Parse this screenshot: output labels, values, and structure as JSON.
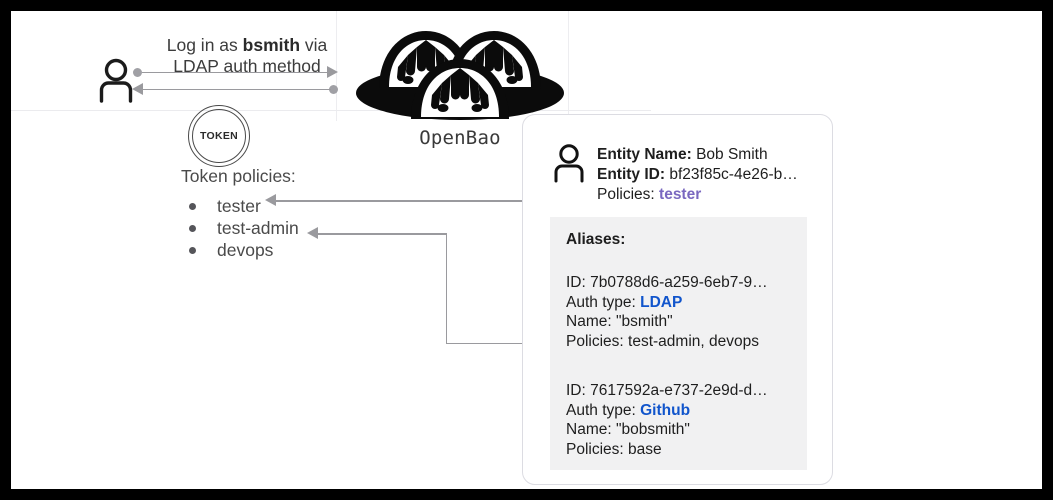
{
  "frame": {
    "border_color": "#000000"
  },
  "actor": {
    "icon": "person-icon",
    "login_caption_line1_prefix": "Log in as ",
    "login_caption_bold": "bsmith",
    "login_caption_line1_suffix": " via",
    "login_caption_line2": "LDAP auth method"
  },
  "token": {
    "badge_label": "TOKEN",
    "policies_title": "Token policies:",
    "policies": [
      "tester",
      "test-admin",
      "devops"
    ]
  },
  "openbao": {
    "logo_icon": "openbao-bao-buns-logo",
    "label": "OpenBao"
  },
  "entity": {
    "icon": "person-icon",
    "name_key": "Entity Name:",
    "name_value": "Bob Smith",
    "id_key": "Entity ID:",
    "id_value": "bf23f85c-4e26-b…",
    "policies_key": "Policies:",
    "policies_value": "tester",
    "policies_color": "#7a68c0"
  },
  "aliases": {
    "title": "Aliases:",
    "items": [
      {
        "id_key": "ID:",
        "id_value": "7b0788d6-a259-6eb7-9…",
        "auth_key": "Auth type:",
        "auth_value": "LDAP",
        "auth_color": "#1155cc",
        "name_key": "Name:",
        "name_value": "\"bsmith\"",
        "policies_key": "Policies:",
        "policies_value": "test-admin, devops"
      },
      {
        "id_key": "ID:",
        "id_value": "7617592a-e737-2e9d-d…",
        "auth_key": "Auth type:",
        "auth_value": "Github",
        "auth_color": "#1155cc",
        "name_key": "Name:",
        "name_value": "\"bobsmith\"",
        "policies_key": "Policies:",
        "policies_value": "base"
      }
    ]
  },
  "connectors": {
    "line_color": "#9a9a9e",
    "dot_color": "#a0a0a5"
  }
}
